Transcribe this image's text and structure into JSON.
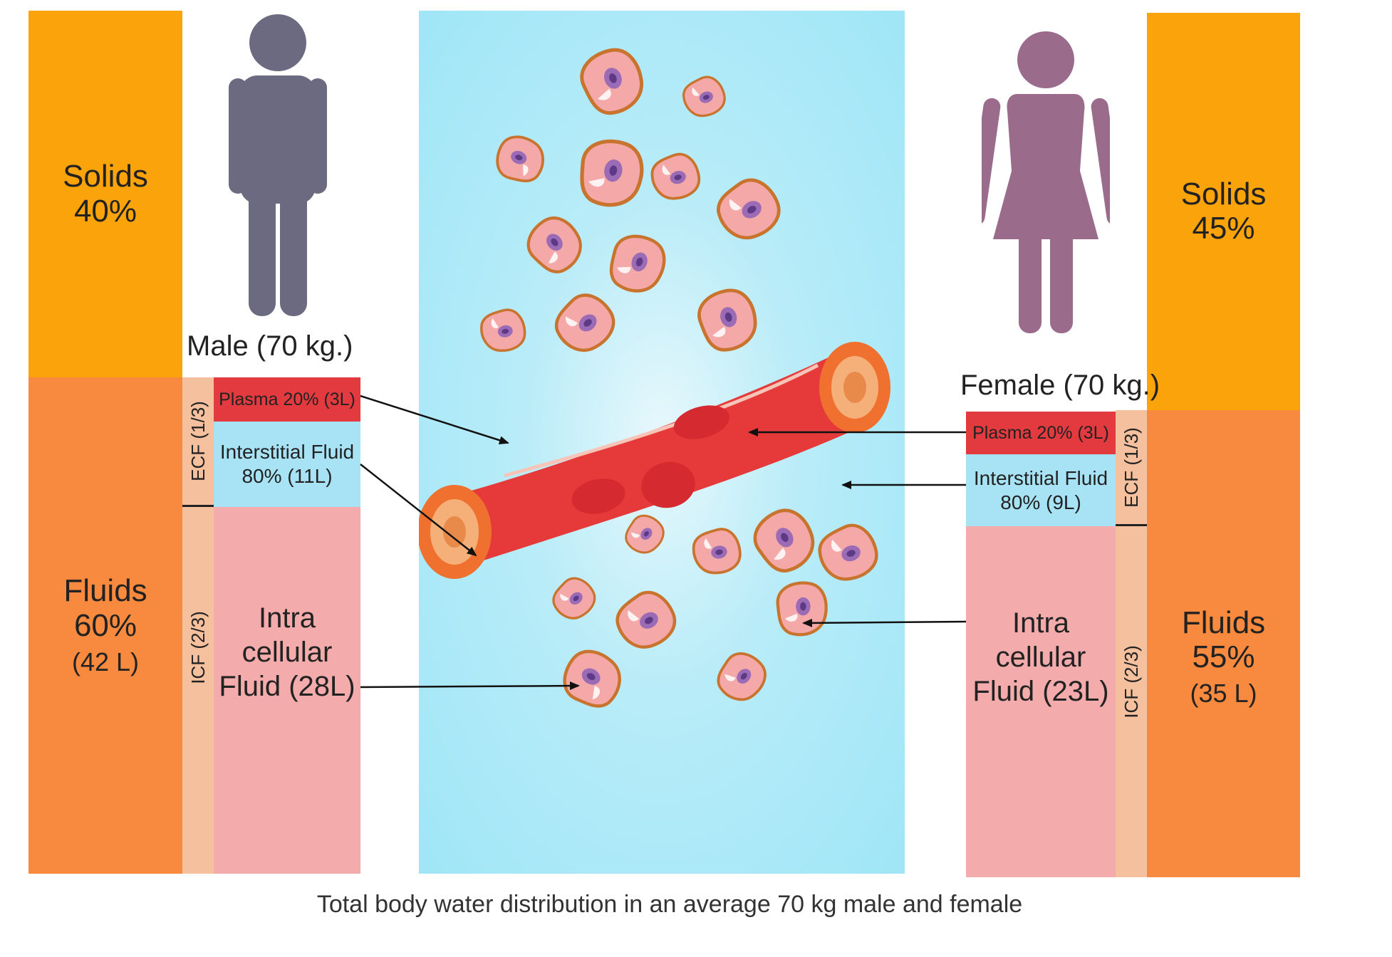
{
  "male": {
    "label": "Male (70 kg.)",
    "solids": "Solids 40%",
    "fluids": "Fluids 60%",
    "fluids_volume": "(42 L)",
    "ecf": "ECF (1/3)",
    "icf": "ICF (2/3)",
    "plasma": "Plasma 20% (3L)",
    "interstitial_line1": "Interstitial Fluid",
    "interstitial_line2": "80% (11L)",
    "intra_line1": "Intra",
    "intra_line2": "cellular",
    "intra_line3": "Fluid (28L)",
    "icon_color": "#6b6a80"
  },
  "female": {
    "label": "Female (70 kg.)",
    "solids": "Solids 45%",
    "fluids": "Fluids 55%",
    "fluids_volume": "(35 L)",
    "ecf": "ECF (1/3)",
    "icf": "ICF (2/3)",
    "plasma": "Plasma 20% (3L)",
    "interstitial_line1": "Interstitial Fluid",
    "interstitial_line2": "80% (9L)",
    "intra_line1": "Intra",
    "intra_line2": "cellular",
    "intra_line3": "Fluid (23L)",
    "icon_color": "#9b6b8c"
  },
  "caption": "Total body water distribution in an average 70 kg male and female",
  "colors": {
    "solids": "#fba30a",
    "fluids": "#f78a3e",
    "ecf_icf_bar": "#f5c09d",
    "plasma": "#e33a40",
    "interstitial": "#a8e3f5",
    "intracellular": "#f4abab",
    "tissue_background": "#9fe6f7",
    "cell_fill": "#f4a8a8",
    "cell_border": "#c8742e",
    "nucleus": "#8a5aa8",
    "vessel": "#e63a3a"
  }
}
